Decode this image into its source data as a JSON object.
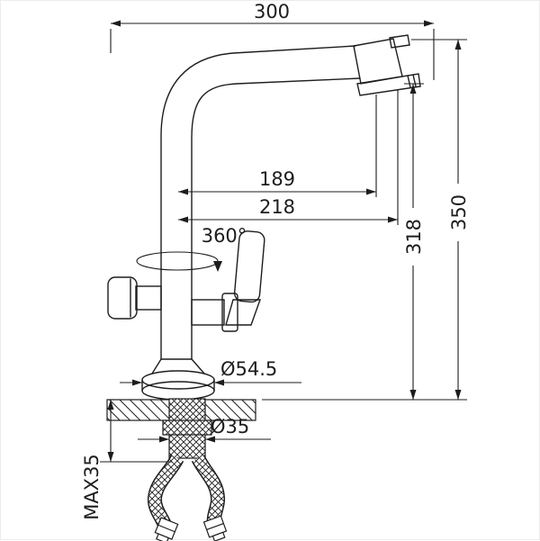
{
  "colors": {
    "line": "#1d1d1d",
    "background": "#ffffff"
  },
  "dimensions": {
    "top_width": "300",
    "total_height": "350",
    "outlet_height": "318",
    "reach_inner": "189",
    "reach_outer": "218",
    "swivel_angle": "360°",
    "base_diameter": "Ø54.5",
    "shank_diameter": "Ø35",
    "max_deck_thickness": "MAX35"
  }
}
